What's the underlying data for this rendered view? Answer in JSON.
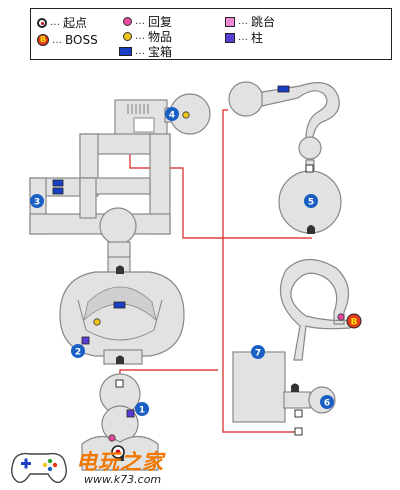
{
  "legend": {
    "start": "起点",
    "boss": "BOSS",
    "heal": "回复",
    "item": "物品",
    "chest": "宝箱",
    "jump": "跳台",
    "pillar": "柱",
    "dots": "…",
    "boss_symbol_letter": "B"
  },
  "markers": {
    "area_numbers": [
      "1",
      "2",
      "3",
      "4",
      "5",
      "6",
      "7"
    ],
    "boss_letter": "B"
  },
  "watermark": {
    "title": "电玩之家",
    "url": "www.k73.com"
  },
  "colors": {
    "floor": "#e2e2e2",
    "outline": "#888888",
    "route": "#d82020",
    "number_marker": "#1a5fc4",
    "chest": "#1a3fc4",
    "pillar": "#5a3dd6",
    "heal": "#e64a9f",
    "item": "#f0c419",
    "boss": "#e53b1b",
    "watermark": "#f07800"
  }
}
